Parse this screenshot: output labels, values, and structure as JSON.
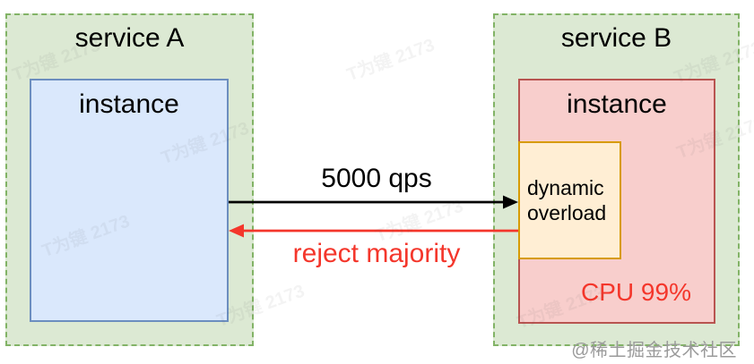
{
  "service_a": {
    "title": "service A",
    "instance_label": "instance"
  },
  "service_b": {
    "title": "service B",
    "instance_label": "instance",
    "overload_label": "dynamic overload",
    "cpu_label": "CPU 99%"
  },
  "flow": {
    "request_label": "5000 qps",
    "reject_label": "reject majority"
  },
  "watermarks": {
    "diagonal": "T为键 2173",
    "credit": "@稀土掘金技术社区"
  },
  "colors": {
    "service_fill": "#dce9d3",
    "service_border": "#82b366",
    "instance_a_fill": "#dae8fc",
    "instance_a_border": "#6c8ebf",
    "instance_b_fill": "#f8cecc",
    "instance_b_border": "#b85450",
    "overload_fill": "#ffeed4",
    "overload_border": "#d79b00",
    "alert_red": "#f4362b",
    "arrow_black": "#000000"
  }
}
